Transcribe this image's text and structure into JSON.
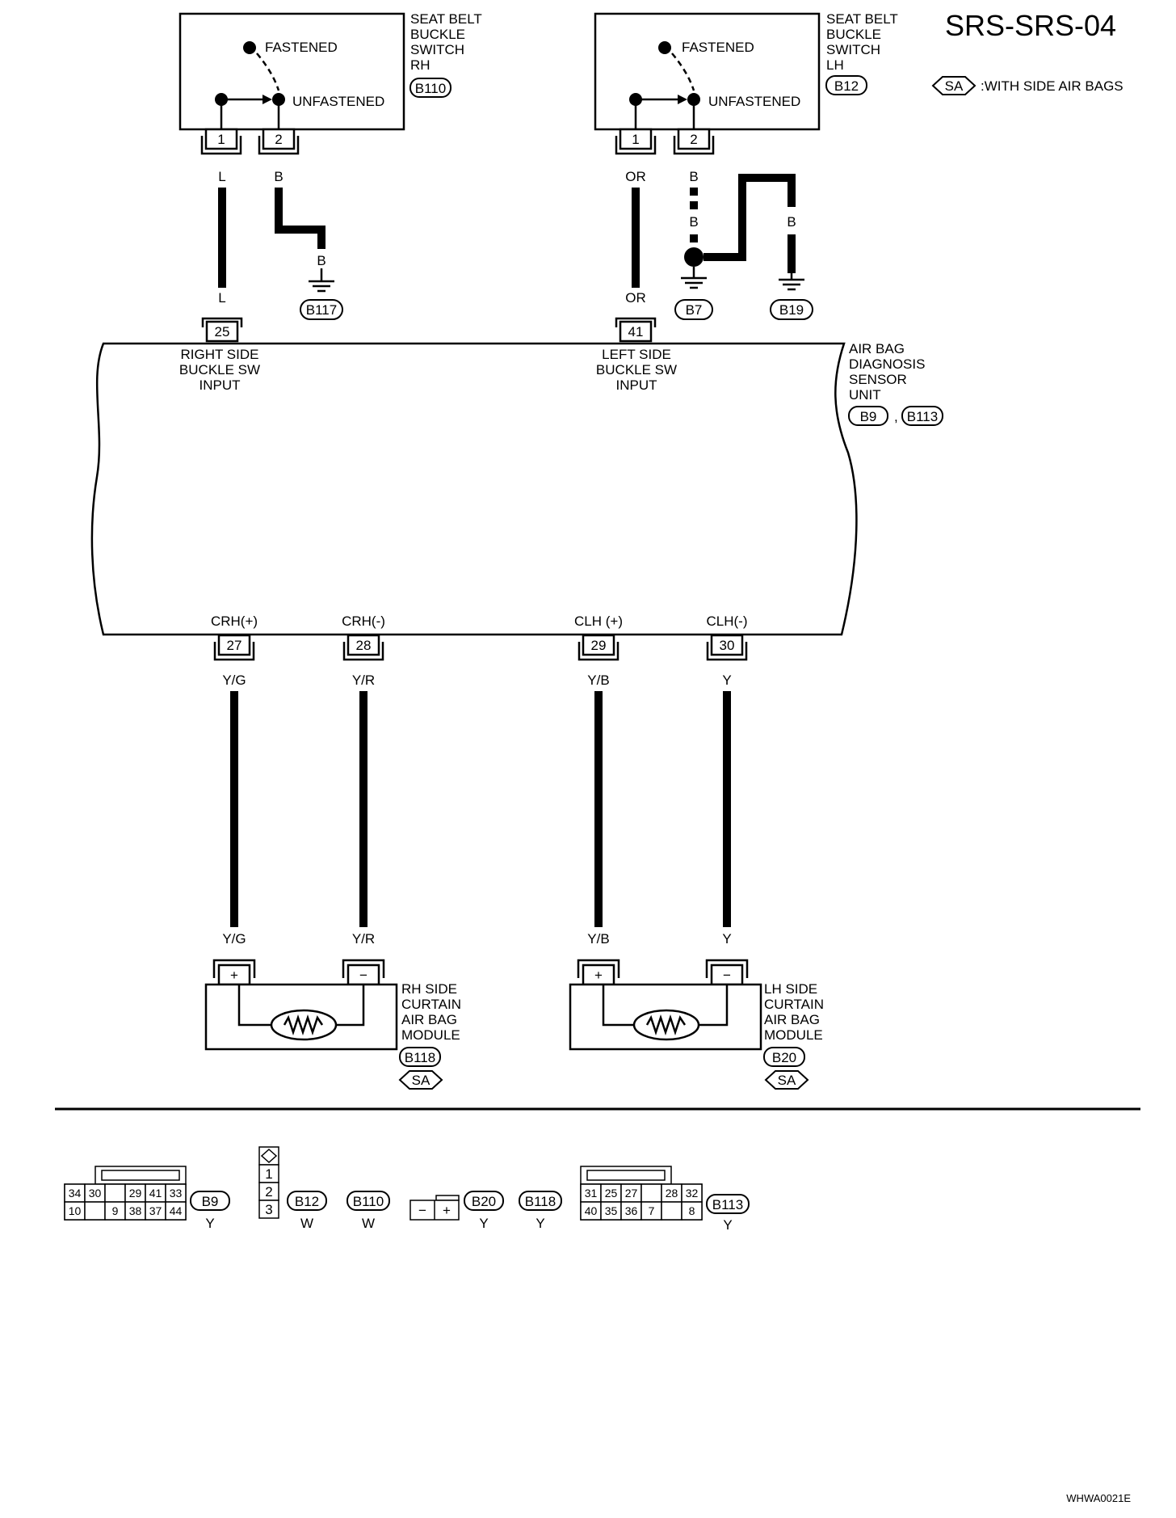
{
  "diagram_id": "SRS-SRS-04",
  "legend": {
    "symbol": "SA",
    "text": ":WITH SIDE AIR BAGS"
  },
  "switch_rh": {
    "title": [
      "SEAT BELT",
      "BUCKLE",
      "SWITCH",
      "RH"
    ],
    "connector": "B110",
    "fastened": "FASTENED",
    "unfastened": "UNFASTENED",
    "pins": [
      "1",
      "2"
    ]
  },
  "switch_lh": {
    "title": [
      "SEAT BELT",
      "BUCKLE",
      "SWITCH",
      "LH"
    ],
    "connector": "B12",
    "fastened": "FASTENED",
    "unfastened": "UNFASTENED",
    "pins": [
      "1",
      "2"
    ]
  },
  "wires_top": {
    "rh_pin1_top": "L",
    "rh_pin1_bottom": "L",
    "rh_pin2_top": "B",
    "rh_pin2_bottom": "B",
    "lh_pin1_top": "OR",
    "lh_pin1_bottom": "OR",
    "lh_pin2_top": "B",
    "lh_pin2_mid": "B",
    "lh_b_mid": "B",
    "lh_b_right": "B"
  },
  "grounds": [
    "B117",
    "B7",
    "B19"
  ],
  "sensor_unit": {
    "title": [
      "AIR BAG",
      "DIAGNOSIS",
      "SENSOR",
      "UNIT"
    ],
    "connectors": [
      "B9",
      "B113"
    ],
    "connector_sep": ",",
    "inputs": [
      {
        "pin": "25",
        "label": [
          "RIGHT SIDE",
          "BUCKLE SW",
          "INPUT"
        ]
      },
      {
        "pin": "41",
        "label": [
          "LEFT SIDE",
          "BUCKLE SW",
          "INPUT"
        ]
      }
    ],
    "outputs": [
      {
        "label": "CRH(+)",
        "pin": "27",
        "wire": "Y/G"
      },
      {
        "label": "CRH(-)",
        "pin": "28",
        "wire": "Y/R"
      },
      {
        "label": "CLH (+)",
        "pin": "29",
        "wire": "Y/B"
      },
      {
        "label": "CLH(-)",
        "pin": "30",
        "wire": "Y"
      }
    ]
  },
  "module_rh": {
    "title": [
      "RH SIDE",
      "CURTAIN",
      "AIR BAG",
      "MODULE"
    ],
    "connector": "B118",
    "option": "SA",
    "wire_plus": "Y/G",
    "wire_minus": "Y/R",
    "plus": "+",
    "minus": "−"
  },
  "module_lh": {
    "title": [
      "LH SIDE",
      "CURTAIN",
      "AIR BAG",
      "MODULE"
    ],
    "connector": "B20",
    "option": "SA",
    "wire_plus": "Y/B",
    "wire_minus": "Y",
    "plus": "+",
    "minus": "−"
  },
  "connector_views": {
    "b9": {
      "id": "B9",
      "color": "Y",
      "row1": [
        "34",
        "30",
        "",
        "29",
        "41",
        "33"
      ],
      "row2": [
        "10",
        "",
        "9",
        "38",
        "37",
        "44"
      ]
    },
    "b12": {
      "id": "B12",
      "color": "W",
      "pins": [
        "1",
        "2",
        "3"
      ]
    },
    "b110": {
      "id": "B110",
      "color": "W"
    },
    "b20": {
      "id": "B20",
      "color": "Y",
      "pins": [
        "−",
        "+"
      ]
    },
    "b118": {
      "id": "B118",
      "color": "Y"
    },
    "b113": {
      "id": "B113",
      "color": "Y",
      "row1": [
        "31",
        "25",
        "27",
        "",
        "28",
        "32"
      ],
      "row2": [
        "40",
        "35",
        "36",
        "7",
        "",
        "8"
      ]
    }
  },
  "figure_code": "WHWA0021E"
}
